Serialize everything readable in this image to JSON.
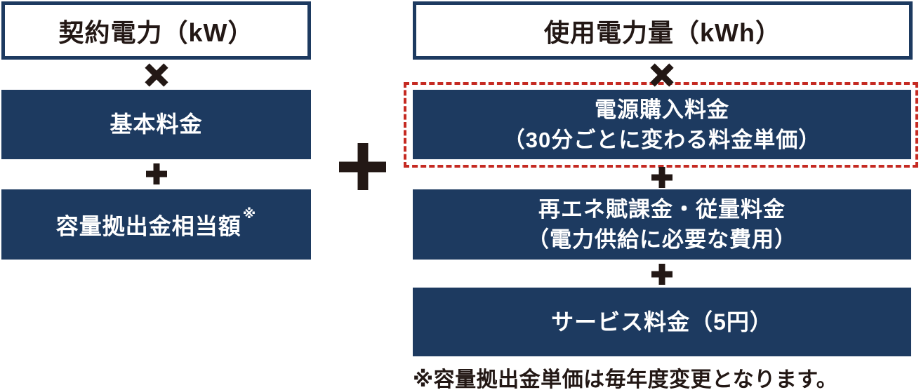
{
  "colors": {
    "navy": "#1d3a60",
    "red_dashed": "#c52a22",
    "text_dark": "#231815",
    "box_text": "#ffffff",
    "background": "#ffffff"
  },
  "formula": {
    "left_column": {
      "header": "契約電力（kW）",
      "multiply_operator": "×",
      "basic_fee_box": "基本料金",
      "plus_operator": "＋",
      "capacity_fee_box": "容量拠出金相当額",
      "capacity_fee_note_mark": "※"
    },
    "center_plus_operator": "＋",
    "right_column": {
      "header": "使用電力量（kWh）",
      "multiply_operator": "×",
      "power_purchase_box": {
        "line1": "電源購入料金",
        "line2": "（30分ごとに変わる料金単価）"
      },
      "plus_operator_1": "＋",
      "renewable_levy_box": {
        "line1": "再エネ賦課金・従量料金",
        "line2": "（電力供給に必要な費用）"
      },
      "plus_operator_2": "＋",
      "service_fee_box": "サービス料金（5円）"
    },
    "footnote": "※容量拠出金単価は毎年度変更となります。"
  }
}
